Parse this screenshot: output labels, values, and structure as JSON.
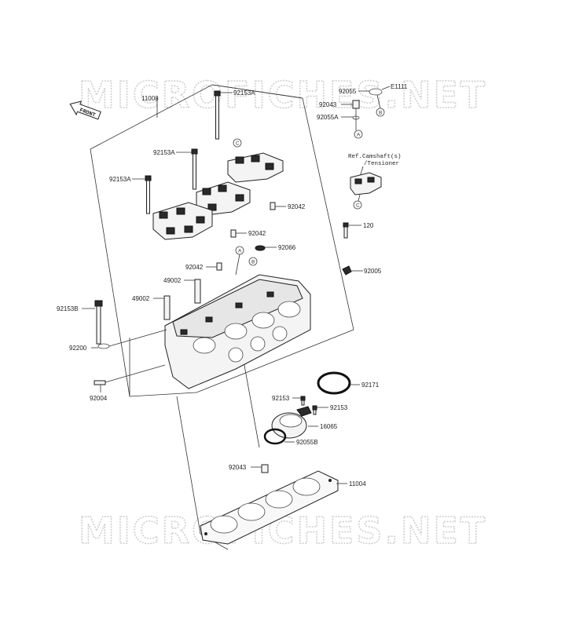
{
  "watermark": {
    "top": "MICROFICHES.NET",
    "bottom": "MICROFICHES.NET"
  },
  "front_badge": "FRONT",
  "ref_note": {
    "line1": "Ref.Camshaft(s)",
    "line2": "/Tensioner"
  },
  "circle_refs": {
    "a1": "A",
    "a2": "A",
    "b1": "B",
    "b2": "B",
    "c1": "C",
    "c2": "C"
  },
  "callouts": {
    "p11008": "11008",
    "p92153A_1": "92153A",
    "p92153A_2": "92153A",
    "p92153A_3": "92153A",
    "p92055": "92055",
    "pE1111": "E1111",
    "p92043_top": "92043",
    "p92055A": "92055A",
    "p92042_1": "92042",
    "p92042_2": "92042",
    "p92042_3": "92042",
    "p120": "120",
    "p92066": "92066",
    "p92005": "92005",
    "p49002_1": "49002",
    "p49002_2": "49002",
    "p92153B": "92153B",
    "p92200": "92200",
    "p92004": "92004",
    "p92171": "92171",
    "p92153_1": "92153",
    "p92153_2": "92153",
    "p16065": "16065",
    "p92055B": "92055B",
    "p92043_bot": "92043",
    "p11004": "11004"
  }
}
